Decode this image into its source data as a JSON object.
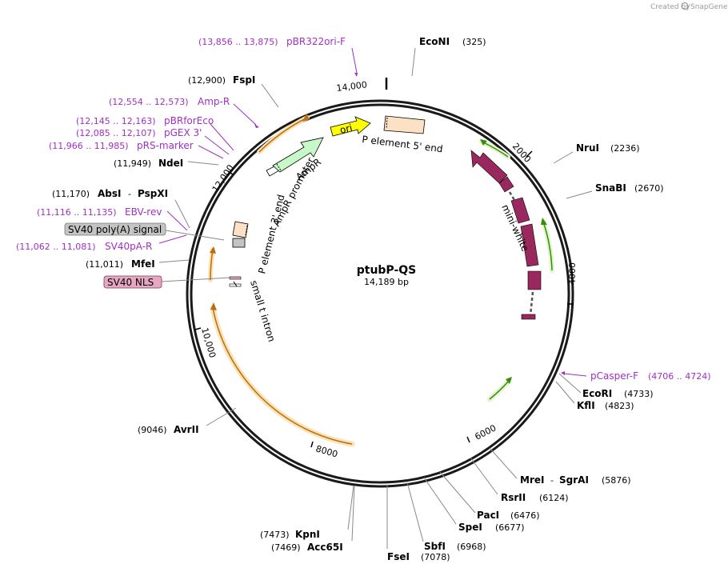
{
  "credit": "Created by",
  "brand": "SnapGene",
  "plasmid": {
    "name": "ptubP-QS",
    "size_label": "14,189 bp"
  },
  "ticks": [
    "2000",
    "4000",
    "6000",
    "8000",
    "10,000",
    "12,000",
    "14,000"
  ],
  "sites": {
    "econi": {
      "name": "EcoNI",
      "pos": "(325)"
    },
    "nrui": {
      "name": "NruI",
      "pos": "(2236)"
    },
    "snabi": {
      "name": "SnaBI",
      "pos": "(2670)"
    },
    "ecori": {
      "name": "EcoRI",
      "pos": "(4733)"
    },
    "kfli": {
      "name": "KflI",
      "pos": "(4823)"
    },
    "mrei": {
      "name": "MreI",
      "sep": "-",
      "name2": "SgrAI",
      "pos": "(5876)"
    },
    "rsrii": {
      "name": "RsrII",
      "pos": "(6124)"
    },
    "paci": {
      "name": "PacI",
      "pos": "(6476)"
    },
    "spei": {
      "name": "SpeI",
      "pos": "(6677)"
    },
    "sbfi": {
      "name": "SbfI",
      "pos": "(6968)"
    },
    "fsei": {
      "name": "FseI",
      "pos": "(7078)"
    },
    "kpni": {
      "name": "KpnI",
      "pos": "(7473)"
    },
    "acc65i": {
      "name": "Acc65I",
      "pos": "(7469)"
    },
    "avrii": {
      "name": "AvrII",
      "pos": "(9046)"
    },
    "mfei": {
      "name": "MfeI",
      "pos": "(11,011)"
    },
    "absi": {
      "name": "AbsI",
      "sep": "-",
      "name2": "PspXI",
      "pos": "(11,170)"
    },
    "ndei": {
      "name": "NdeI",
      "pos": "(11,949)"
    },
    "fspi": {
      "name": "FspI",
      "pos": "(12,900)"
    }
  },
  "primers": {
    "pbr322ori_f": {
      "name": "pBR322ori-F",
      "pos": "(13,856 .. 13,875)"
    },
    "ampr_r": {
      "name": "Amp-R",
      "pos": "(12,554 .. 12,573)"
    },
    "pbrforeco": {
      "name": "pBRforEco",
      "pos": "(12,145 .. 12,163)"
    },
    "pgex3": {
      "name": "pGEX 3'",
      "pos": "(12,085 .. 12,107)"
    },
    "prs_marker": {
      "name": "pRS-marker",
      "pos": "(11,966 .. 11,985)"
    },
    "ebv_rev": {
      "name": "EBV-rev",
      "pos": "(11,116 .. 11,135)"
    },
    "sv40pa_r": {
      "name": "SV40pA-R",
      "pos": "(11,062 .. 11,081)"
    },
    "pcasper_f": {
      "name": "pCasper-F",
      "pos": "(4706 .. 4724)"
    }
  },
  "boxed_labels": {
    "sv40_polya": "SV40 poly(A) signal",
    "sv40_nls": "SV40 NLS"
  },
  "features": {
    "ori": "ori",
    "p5": "P element 5' end",
    "ampr": "AmpR",
    "ampr_promoter": "AmpR promoter",
    "p3": "P element 3' end",
    "small_t": "small t intron",
    "mini_white": "mini-white"
  },
  "colors": {
    "backbone": "#1a1a1a",
    "primer": "#a12fc4",
    "ori": "#ffff00",
    "p_element": "#fce1c4",
    "ampr": "#c8f7c8",
    "mini_white": "#98285e",
    "orf_orange": "#f0a030",
    "orf_green": "#6ccc2c",
    "sv40_nls": "#e6a7c3",
    "sv40_polya": "#c4c4c4"
  }
}
